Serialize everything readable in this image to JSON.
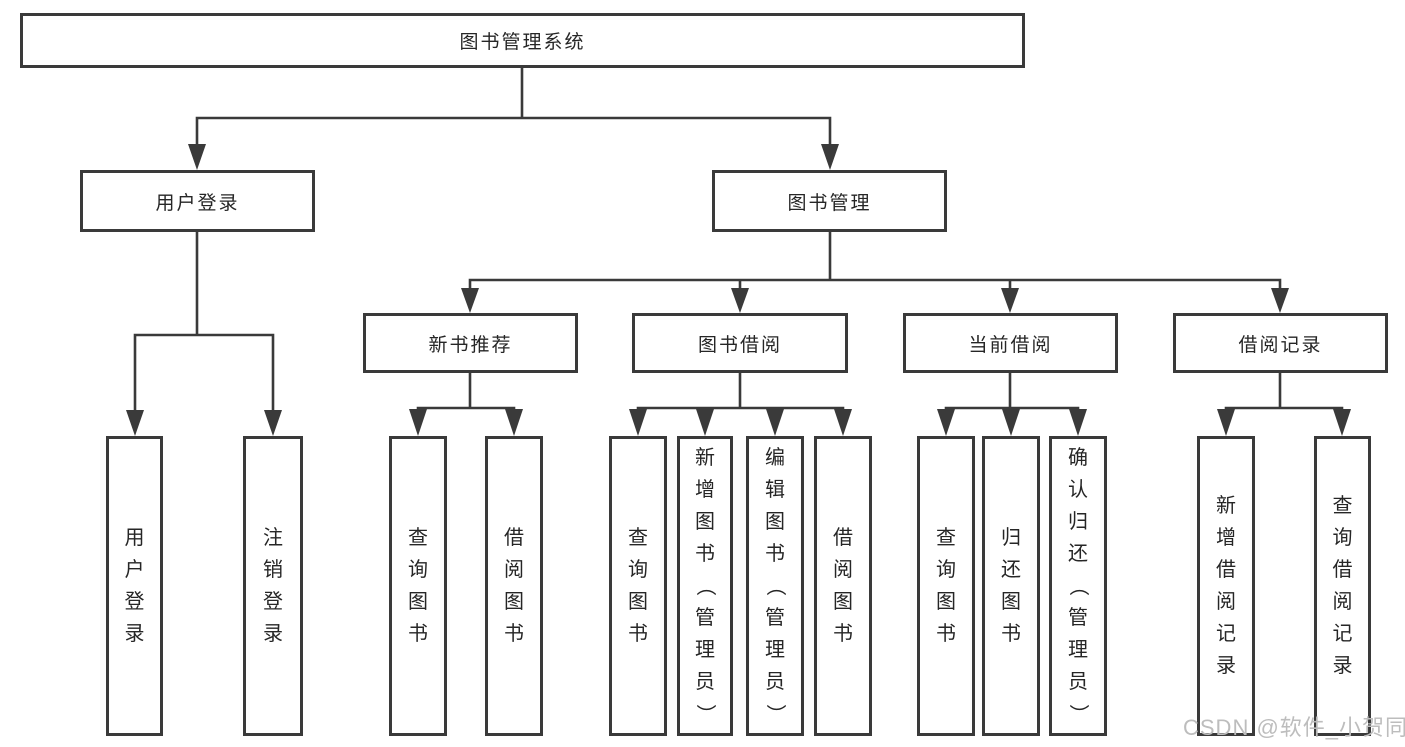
{
  "diagram": {
    "root": {
      "label": "图书管理系统"
    },
    "branches": [
      {
        "label": "用户登录",
        "children": [
          "用户登录",
          "注销登录"
        ]
      },
      {
        "label": "图书管理",
        "groups": [
          {
            "label": "新书推荐",
            "children": [
              "查询图书",
              "借阅图书"
            ]
          },
          {
            "label": "图书借阅",
            "children": [
              "查询图书",
              "新增图书（管理员）",
              "编辑图书（管理员）",
              "借阅图书"
            ]
          },
          {
            "label": "当前借阅",
            "children": [
              "查询图书",
              "归还图书",
              "确认归还（管理员）"
            ]
          },
          {
            "label": "借阅记录",
            "children": [
              "新增借阅记录",
              "查询借阅记录"
            ]
          }
        ]
      }
    ]
  },
  "watermark": {
    "text": "CSDN @软件_小贺同学"
  },
  "colors": {
    "line": "#3a3a3a",
    "text": "#262626",
    "watermark": "#bdbdbd",
    "background": "#ffffff"
  }
}
